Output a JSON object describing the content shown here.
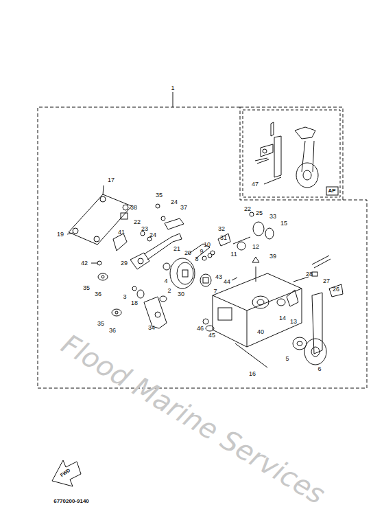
{
  "diagram": {
    "labels": [
      "1",
      "47",
      "AP",
      "17",
      "35",
      "24",
      "37",
      "22",
      "25",
      "33",
      "15",
      "38",
      "32",
      "19",
      "22",
      "23",
      "24",
      "41",
      "31",
      "10",
      "9",
      "21",
      "12",
      "11",
      "20",
      "8",
      "39",
      "42",
      "29",
      "35",
      "36",
      "4",
      "30",
      "43",
      "44",
      "28",
      "27",
      "26",
      "3",
      "18",
      "2",
      "7",
      "14",
      "13",
      "35",
      "36",
      "34",
      "46",
      "45",
      "40",
      "5",
      "6",
      "16",
      "FWD",
      "6770200-9140",
      "Flood Marine Services"
    ]
  }
}
